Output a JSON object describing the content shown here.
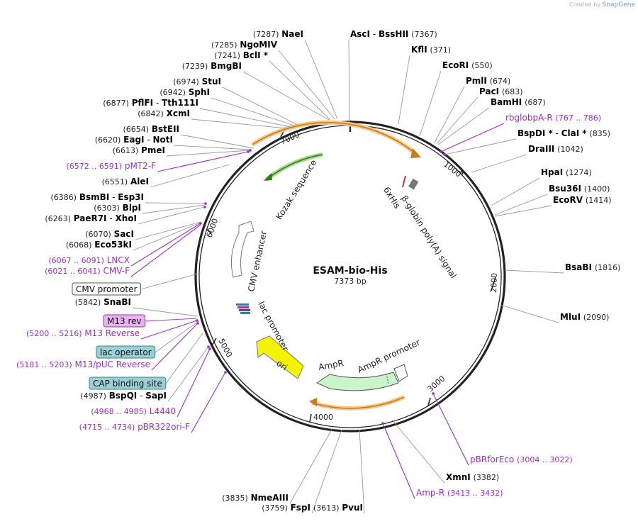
{
  "credit": {
    "prefix": "Created by",
    "brand": "SnapGene"
  },
  "plasmid": {
    "name": "ESAM-bio-His",
    "length": "7373 bp"
  },
  "ticks": [
    "1000",
    "2000",
    "3000",
    "4000",
    "5000",
    "6000",
    "7000"
  ],
  "features": {
    "kozak": "Kozak sequence",
    "sixhis": "6xHis",
    "bglobin": "β-globin poly(A) signal",
    "cmv_enhancer": "CMV enhancer",
    "lac_promoter": "lac promoter",
    "ori": "ori",
    "ampr": "AmpR",
    "ampr_promoter": "AmpR promoter"
  },
  "sites": [
    {
      "id": "nae",
      "pos": "(7287)",
      "name": "NaeI"
    },
    {
      "id": "asc",
      "name": "AscI",
      "sep": " - ",
      "name2": "BssHII",
      "pos": "(7367)"
    },
    {
      "id": "ngo",
      "pos": "(7285)",
      "name": "NgoMIV"
    },
    {
      "id": "bcl",
      "pos": "(7241)",
      "name": "BclI *"
    },
    {
      "id": "bmg",
      "pos": "(7239)",
      "name": "BmgBI"
    },
    {
      "id": "stu",
      "pos": "(6974)",
      "name": "StuI"
    },
    {
      "id": "sph",
      "pos": "(6942)",
      "name": "SphI"
    },
    {
      "id": "pfl",
      "pos": "(6877)",
      "name": "PflFI",
      "sep": " - ",
      "name2": "Tth111I"
    },
    {
      "id": "xcm",
      "pos": "(6842)",
      "name": "XcmI"
    },
    {
      "id": "bst",
      "pos": "(6654)",
      "name": "BstEII"
    },
    {
      "id": "eag",
      "pos": "(6620)",
      "name": "EagI",
      "sep": " - ",
      "name2": "NotI"
    },
    {
      "id": "pme",
      "pos": "(6613)",
      "name": "PmeI"
    },
    {
      "id": "pmt2",
      "pos": "(6572 .. 6591)",
      "name": "pMT2-F",
      "primer": true
    },
    {
      "id": "ale",
      "pos": "(6551)",
      "name": "AleI"
    },
    {
      "id": "bsm",
      "pos": "(6386)",
      "name": "BsmBI",
      "sep": " - ",
      "name2": "Esp3I"
    },
    {
      "id": "blp",
      "pos": "(6303)",
      "name": "BlpI"
    },
    {
      "id": "pae",
      "pos": "(6263)",
      "name": "PaeR7I",
      "sep": " - ",
      "name2": "XhoI"
    },
    {
      "id": "sac",
      "pos": "(6070)",
      "name": "SacI"
    },
    {
      "id": "eco53",
      "pos": "(6068)",
      "name": "Eco53kI"
    },
    {
      "id": "lncx",
      "pos": "(6067 .. 6091)",
      "name": "LNCX",
      "primer": true
    },
    {
      "id": "cmvf",
      "pos": "(6021 .. 6041)",
      "name": "CMV-F",
      "primer": true
    },
    {
      "id": "sna",
      "pos": "(5842)",
      "name": "SnaBI"
    },
    {
      "id": "m13r",
      "pos": "(5200 .. 5216)",
      "name": "M13 Reverse",
      "primer": true
    },
    {
      "id": "m13puc",
      "pos": "(5181 .. 5203)",
      "name": "M13/pUC Reverse",
      "primer": true
    },
    {
      "id": "bspq",
      "pos": "(4987)",
      "name": "BspQI",
      "sep": " - ",
      "name2": "SapI"
    },
    {
      "id": "l4440",
      "pos": "(4968 .. 4985)",
      "name": "L4440",
      "primer": true
    },
    {
      "id": "pbr322",
      "pos": "(4715 .. 4734)",
      "name": "pBR322ori-F",
      "primer": true
    },
    {
      "id": "kfl",
      "name": "KflI",
      "pos": "(371)"
    },
    {
      "id": "ecori",
      "name": "EcoRI",
      "pos": "(550)"
    },
    {
      "id": "pml",
      "name": "PmlI",
      "pos": "(674)"
    },
    {
      "id": "pac",
      "name": "PacI",
      "pos": "(683)"
    },
    {
      "id": "bam",
      "name": "BamHI",
      "pos": "(687)"
    },
    {
      "id": "rbglob",
      "name": "rbglobpA-R",
      "pos": "(767 .. 786)",
      "primer": true
    },
    {
      "id": "bspd",
      "name": "BspDI *",
      "sep": " - ",
      "name2": "ClaI *",
      "pos": "(835)"
    },
    {
      "id": "dra",
      "name": "DraIII",
      "pos": "(1042)"
    },
    {
      "id": "hpa",
      "name": "HpaI",
      "pos": "(1274)"
    },
    {
      "id": "bsu",
      "name": "Bsu36I",
      "pos": "(1400)"
    },
    {
      "id": "ecorv",
      "name": "EcoRV",
      "pos": "(1414)"
    },
    {
      "id": "bsaB",
      "name": "BsaBI",
      "pos": "(1816)"
    },
    {
      "id": "mlu",
      "name": "MluI",
      "pos": "(2090)"
    },
    {
      "id": "pbrfor",
      "name": "pBRforEco",
      "pos": "(3004 .. 3022)",
      "primer": true
    },
    {
      "id": "xmn",
      "name": "XmnI",
      "pos": "(3382)"
    },
    {
      "id": "ampr",
      "name": "Amp-R",
      "pos": "(3413 .. 3432)",
      "primer": true
    },
    {
      "id": "nme",
      "pos": "(3835)",
      "name": "NmeAIII"
    },
    {
      "id": "fsp",
      "pos": "(3759)",
      "name": "FspI"
    },
    {
      "id": "pvu",
      "name": "PvuI",
      "pos": "(3613)"
    }
  ],
  "boxed_labels": [
    {
      "id": "cmvprom",
      "text": "CMV promoter",
      "fill": "#ffffff",
      "stroke": "#555555"
    },
    {
      "id": "m13rev",
      "text": "M13 rev",
      "fill": "#e8b3f0",
      "stroke": "#8c3f9c"
    },
    {
      "id": "lacop",
      "text": "lac operator",
      "fill": "#9ccfd6",
      "stroke": "#3f7f88"
    },
    {
      "id": "cap",
      "text": "CAP binding site",
      "fill": "#9ccfd6",
      "stroke": "#3f7f88"
    }
  ],
  "colors": {
    "enzyme": "#000000",
    "position": "#222222",
    "primer": "#9b30c8",
    "leader": "#999999",
    "primer_leader": "#9b30c8",
    "backbone": "#222222"
  }
}
